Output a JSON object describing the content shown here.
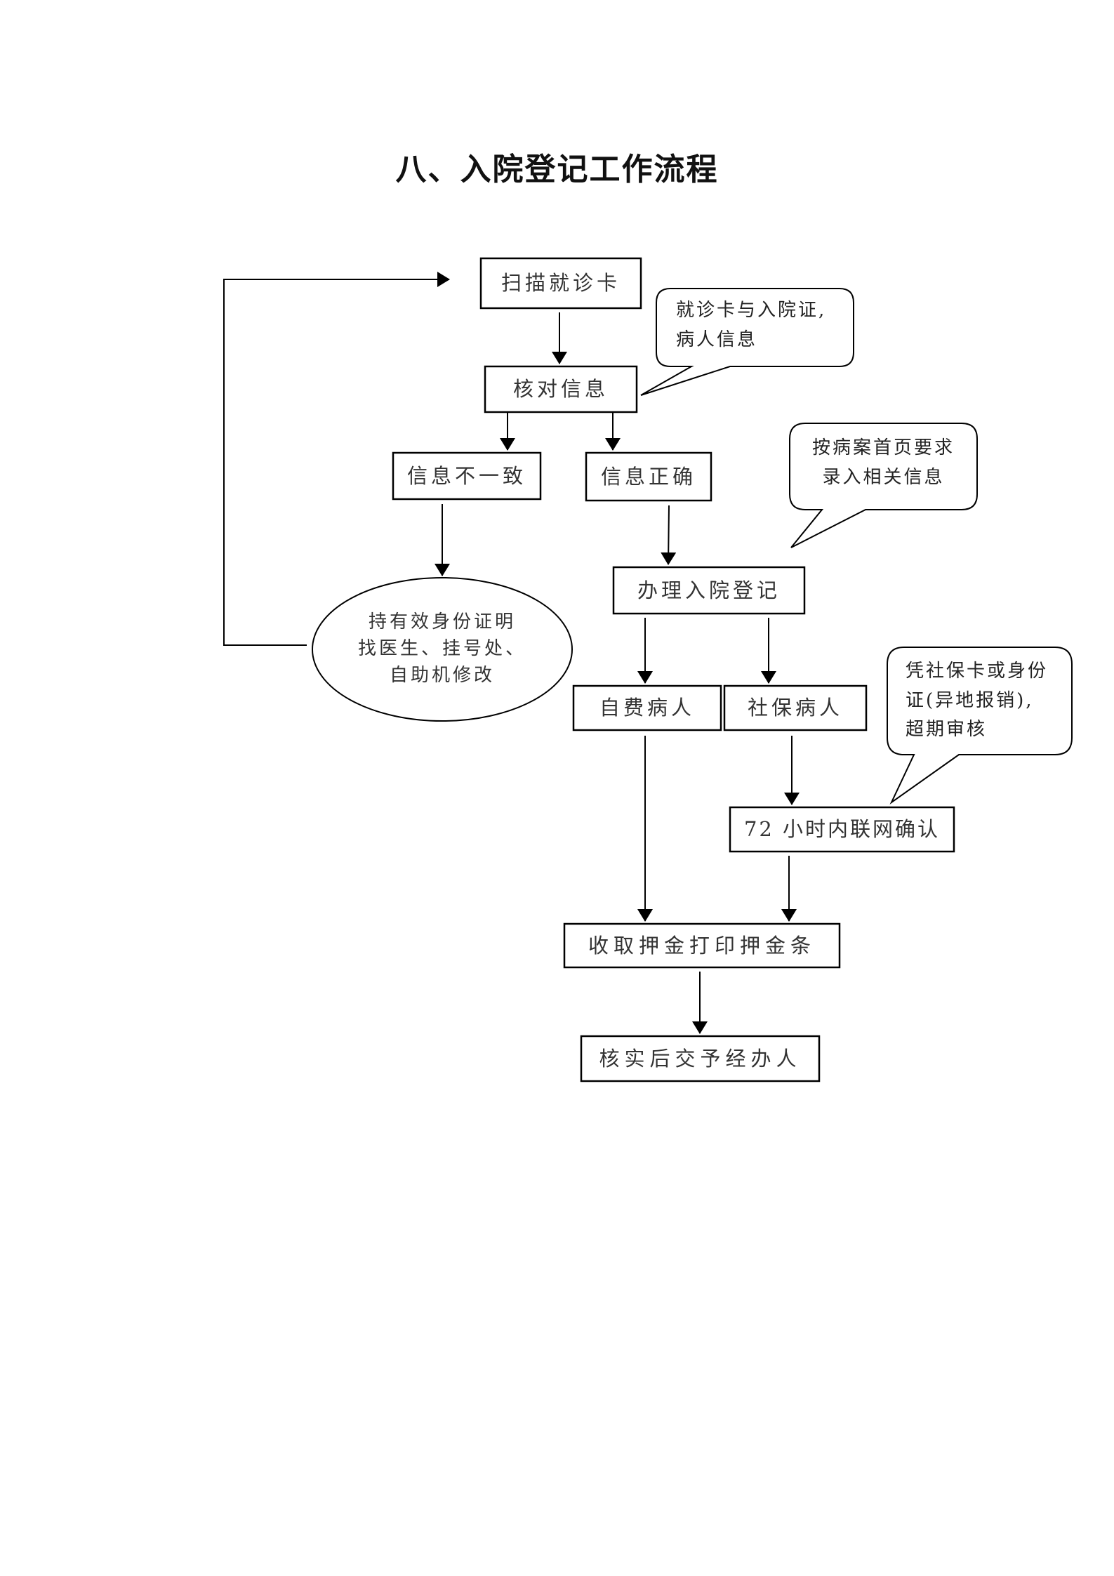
{
  "title": "八、入院登记工作流程",
  "colors": {
    "line": "#000000",
    "text": "#333333",
    "background": "#ffffff"
  },
  "nodes": {
    "scan_card": "扫描就诊卡",
    "verify_info": "核对信息",
    "info_mismatch": "信息不一致",
    "info_correct": "信息正确",
    "fix_info": [
      "持有效身份证明",
      "找医生、挂号处、",
      "自助机修改"
    ],
    "admission_registration": "办理入院登记",
    "self_pay_patient": "自费病人",
    "social_insurance_patient": "社保病人",
    "online_confirm_72h": "72 小时内联网确认",
    "collect_deposit": "收取押金打印押金条",
    "verify_handover": "核实后交予经办人"
  },
  "notes": {
    "verify_note": [
      "就诊卡与入院证,",
      "病人信息"
    ],
    "registration_note": [
      "按病案首页要求",
      "录入相关信息"
    ],
    "insurance_note": [
      "凭社保卡或身份",
      "证(异地报销),",
      "超期审核"
    ]
  },
  "edges": [
    {
      "from": "scan_card",
      "to": "verify_info"
    },
    {
      "from": "verify_info",
      "to": "info_mismatch"
    },
    {
      "from": "verify_info",
      "to": "info_correct"
    },
    {
      "from": "info_mismatch",
      "to": "fix_info"
    },
    {
      "from": "fix_info",
      "to": "scan_card"
    },
    {
      "from": "info_correct",
      "to": "admission_registration"
    },
    {
      "from": "admission_registration",
      "to": "self_pay_patient"
    },
    {
      "from": "admission_registration",
      "to": "social_insurance_patient"
    },
    {
      "from": "social_insurance_patient",
      "to": "online_confirm_72h"
    },
    {
      "from": "self_pay_patient",
      "to": "collect_deposit"
    },
    {
      "from": "online_confirm_72h",
      "to": "collect_deposit"
    },
    {
      "from": "collect_deposit",
      "to": "verify_handover"
    }
  ]
}
